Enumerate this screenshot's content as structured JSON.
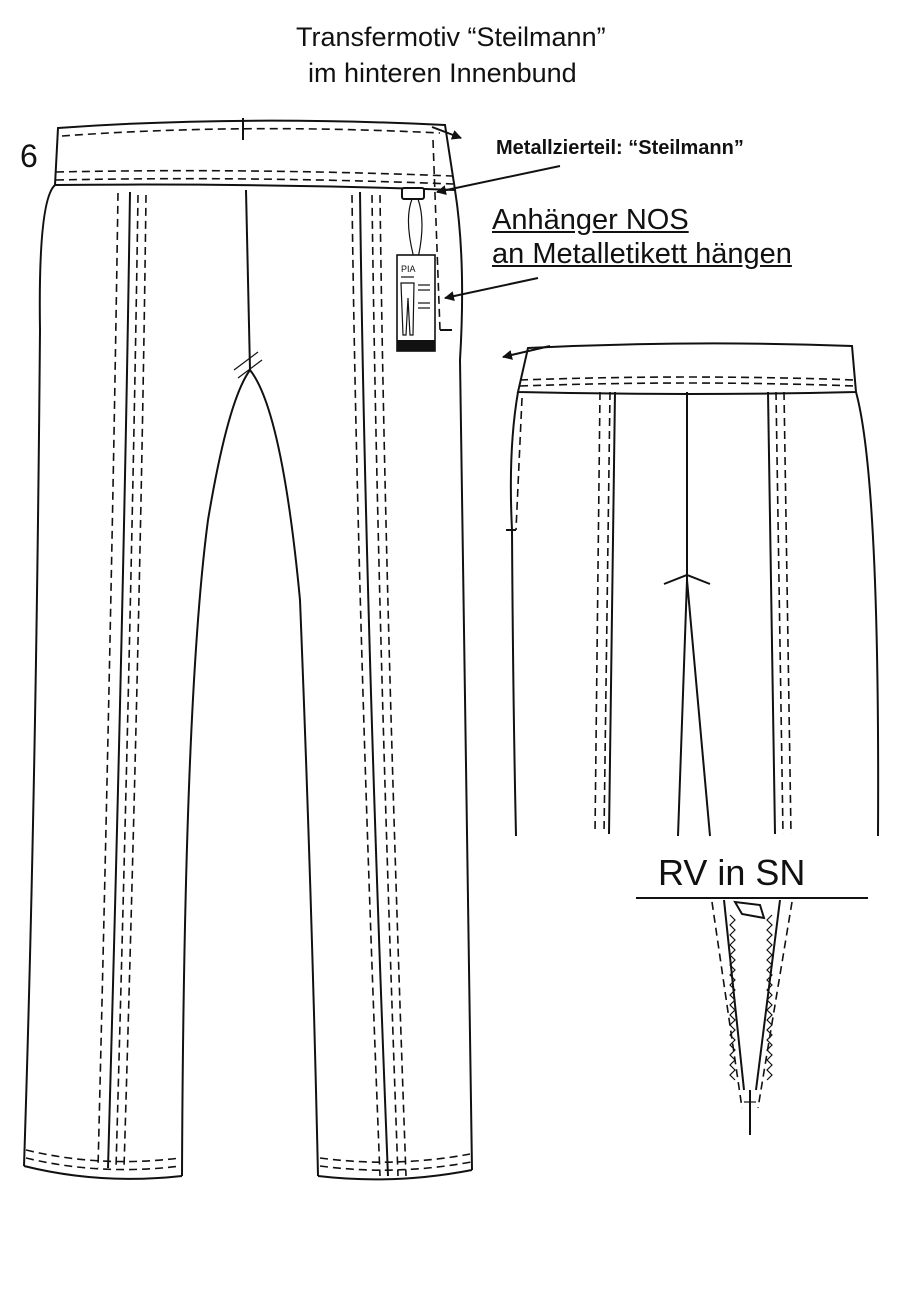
{
  "labels": {
    "title_line1": "Transfermotiv “Steilmann”",
    "title_line2": "im hinteren Innenbund",
    "figure_number": "6",
    "metal_part": "Metallzierteil: “Steilmann”",
    "hangtag_line1": "Anhänger NOS",
    "hangtag_line2": "an Metalletikett hängen",
    "zipper": "RV in SN"
  },
  "hangtag": {
    "brand": "PIA"
  },
  "colors": {
    "ink": "#111111",
    "paper": "#ffffff"
  }
}
